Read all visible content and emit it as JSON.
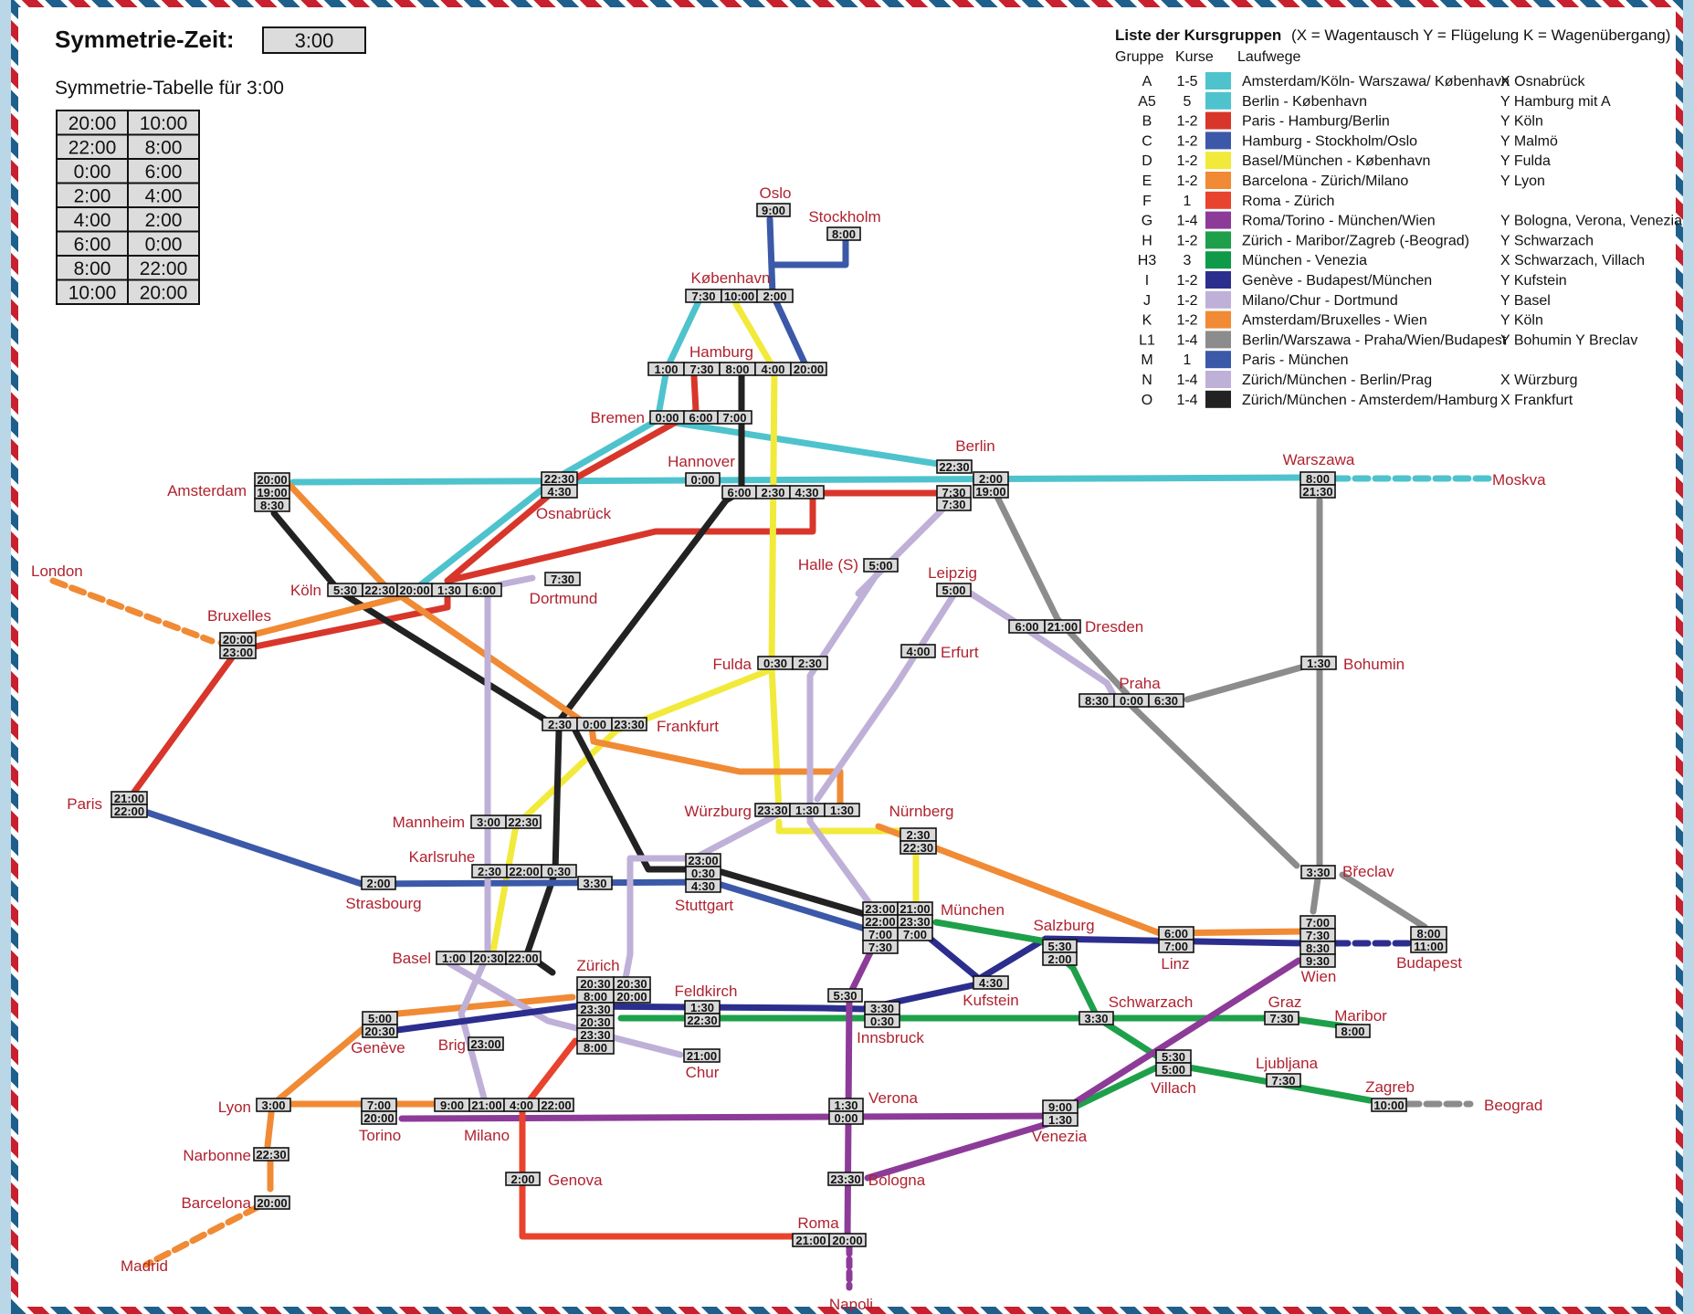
{
  "header": {
    "title": "Symmetrie-Zeit:",
    "symmetry_time": "3:00",
    "table_title": "Symmetrie-Tabelle für 3:00",
    "table_rows": [
      [
        "20:00",
        "10:00"
      ],
      [
        "22:00",
        "8:00"
      ],
      [
        "0:00",
        "6:00"
      ],
      [
        "2:00",
        "4:00"
      ],
      [
        "4:00",
        "2:00"
      ],
      [
        "6:00",
        "0:00"
      ],
      [
        "8:00",
        "22:00"
      ],
      [
        "10:00",
        "20:00"
      ]
    ]
  },
  "legend": {
    "title": "Liste der Kursgruppen",
    "subtitle": "(X = Wagentausch Y = Flügelung K = Wagenübergang)",
    "col_group": "Gruppe",
    "col_courses": "Kurse",
    "col_routes": "Laufwege",
    "rows": [
      {
        "group": "A",
        "courses": "1-5",
        "color": "#4ec3cd",
        "route": "Amsterdam/Köln- Warszawa/ København",
        "note": "X Osnabrück"
      },
      {
        "group": "A5",
        "courses": "5",
        "color": "#4ec3cd",
        "route": "Berlin - København",
        "note": "Y Hamburg mit A"
      },
      {
        "group": "B",
        "courses": "1-2",
        "color": "#d8362b",
        "route": "Paris - Hamburg/Berlin",
        "note": "Y Köln"
      },
      {
        "group": "C",
        "courses": "1-2",
        "color": "#3b59a8",
        "route": "Hamburg - Stockholm/Oslo",
        "note": "Y Malmö"
      },
      {
        "group": "D",
        "courses": "1-2",
        "color": "#f1ea3b",
        "route": "Basel/München - København",
        "note": "Y Fulda"
      },
      {
        "group": "E",
        "courses": "1-2",
        "color": "#f08a34",
        "route": "Barcelona - Zürich/Milano",
        "note": "Y Lyon"
      },
      {
        "group": "F",
        "courses": "1",
        "color": "#e8432e",
        "route": "Roma - Zürich",
        "note": ""
      },
      {
        "group": "G",
        "courses": "1-4",
        "color": "#8d3b98",
        "route": "Roma/Torino - München/Wien",
        "note": "Y Bologna, Verona, Venezia"
      },
      {
        "group": "H",
        "courses": "1-2",
        "color": "#1ea04a",
        "route": "Zürich - Maribor/Zagreb (-Beograd)",
        "note": "Y Schwarzach"
      },
      {
        "group": "H3",
        "courses": "3",
        "color": "#0f9a4a",
        "route": "München - Venezia",
        "note": "X Schwarzach, Villach"
      },
      {
        "group": "I",
        "courses": "1-2",
        "color": "#2c2e8e",
        "route": "Genève - Budapest/München",
        "note": "Y Kufstein"
      },
      {
        "group": "J",
        "courses": "1-2",
        "color": "#bfb0d8",
        "route": "Milano/Chur - Dortmund",
        "note": "Y Basel"
      },
      {
        "group": "K",
        "courses": "1-2",
        "color": "#f08a34",
        "route": "Amsterdam/Bruxelles - Wien",
        "note": "Y Köln"
      },
      {
        "group": "L1",
        "courses": "1-4",
        "color": "#8c8c8c",
        "route": "Berlin/Warszawa - Praha/Wien/Budapest",
        "note": "Y Bohumin Y Breclav"
      },
      {
        "group": "M",
        "courses": "1",
        "color": "#3b59a8",
        "route": "Paris - München",
        "note": ""
      },
      {
        "group": "N",
        "courses": "1-4",
        "color": "#bfb0d8",
        "route": "Zürich/München - Berlin/Prag",
        "note": "X Würzburg"
      },
      {
        "group": "O",
        "courses": "1-4",
        "color": "#222222",
        "route": "Zürich/München - Amsterdem/Hamburg",
        "note": "X Frankfurt"
      }
    ]
  },
  "colors": {
    "A": "#4ec3cd",
    "B": "#d8362b",
    "C": "#3b59a8",
    "D": "#f1ea3b",
    "E": "#f08a34",
    "F": "#e8432e",
    "G": "#8d3b98",
    "H": "#1ea04a",
    "I": "#2c2e8e",
    "J": "#bfb0d8",
    "L": "#8c8c8c",
    "O": "#222222",
    "city": "#b0222f"
  },
  "cities": {
    "oslo": "Oslo",
    "stockholm": "Stockholm",
    "kobenhavn": "København",
    "hamburg": "Hamburg",
    "bremen": "Bremen",
    "hannover": "Hannover",
    "berlin": "Berlin",
    "warszawa": "Warszawa",
    "moskva": "Moskva",
    "amsterdam": "Amsterdam",
    "osnabruck": "Osnabrück",
    "london": "London",
    "koln": "Köln",
    "dortmund": "Dortmund",
    "halle": "Halle (S)",
    "leipzig": "Leipzig",
    "dresden": "Dresden",
    "bruxelles": "Bruxelles",
    "fulda": "Fulda",
    "erfurt": "Erfurt",
    "praha": "Praha",
    "bohumin": "Bohumin",
    "frankfurt": "Frankfurt",
    "paris": "Paris",
    "wurzburg": "Würzburg",
    "nurnberg": "Nürnberg",
    "mannheim": "Mannheim",
    "karlsruhe": "Karlsruhe",
    "strasbourg": "Strasbourg",
    "stuttgart": "Stuttgart",
    "munchen": "München",
    "breclav": "Břeclav",
    "salzburg": "Salzburg",
    "basel": "Basel",
    "zurich": "Zürich",
    "linz": "Linz",
    "budapest": "Budapest",
    "wien": "Wien",
    "feldkirch": "Feldkirch",
    "kufstein": "Kufstein",
    "schwarzach": "Schwarzach",
    "geneve": "Genève",
    "innsbruck": "Innsbruck",
    "brig": "Brig",
    "chur": "Chur",
    "graz": "Graz",
    "maribor": "Maribor",
    "villach": "Villach",
    "ljubljana": "Ljubljana",
    "lyon": "Lyon",
    "torino": "Torino",
    "milano": "Milano",
    "verona": "Verona",
    "venezia": "Venezia",
    "zagreb": "Zagreb",
    "beograd": "Beograd",
    "narbonne": "Narbonne",
    "genova": "Genova",
    "bologna": "Bologna",
    "barcelona": "Barcelona",
    "roma": "Roma",
    "madrid": "Madrid",
    "napoli": "Napoli"
  },
  "times": {
    "oslo": [
      "9:00"
    ],
    "stockholm": [
      "8:00"
    ],
    "kobenhavn": [
      "7:30",
      "10:00",
      "2:00"
    ],
    "hamburg": [
      "1:00",
      "7:30",
      "8:00",
      "4:00",
      "20:00"
    ],
    "bremen": [
      "0:00",
      "6:00",
      "7:00"
    ],
    "hannover": [
      "0:00"
    ],
    "berlin_a": [
      "22:30"
    ],
    "berlin_b": [
      "2:00",
      "19:00"
    ],
    "berlin_c": [
      "7:30"
    ],
    "berlin_d": [
      "7:30"
    ],
    "warszawa": [
      "8:00",
      "21:30"
    ],
    "amsterdam": [
      "20:00",
      "19:00",
      "8:30"
    ],
    "osnabruck": [
      "22:30",
      "4:30"
    ],
    "hannover2": [
      "6:00",
      "2:30",
      "4:30"
    ],
    "koln": [
      "5:30",
      "22:30",
      "20:00",
      "1:30",
      "6:00"
    ],
    "dortmund": [
      "7:30"
    ],
    "halle": [
      "5:00"
    ],
    "leipzig": [
      "5:00"
    ],
    "dresden": [
      "6:00",
      "21:00"
    ],
    "bruxelles": [
      "20:00",
      "23:00"
    ],
    "fulda": [
      "0:30",
      "2:30"
    ],
    "erfurt": [
      "4:00"
    ],
    "praha": [
      "8:30",
      "0:00",
      "6:30"
    ],
    "bohumin": [
      "1:30"
    ],
    "frankfurt": [
      "2:30",
      "0:00",
      "23:30"
    ],
    "paris": [
      "21:00",
      "22:00"
    ],
    "wurzburg": [
      "23:30",
      "1:30",
      "1:30"
    ],
    "nurnberg": [
      "2:30",
      "22:30"
    ],
    "mannheim": [
      "3:00",
      "22:30"
    ],
    "karlsruhe": [
      "2:30",
      "22:00",
      "0:30"
    ],
    "strasbourg": [
      "2:00"
    ],
    "karlsruhe2": [
      "3:30"
    ],
    "stuttgart": [
      "23:00",
      "0:30",
      "4:30"
    ],
    "munchen": [
      "23:00",
      "21:00",
      "22:00",
      "23:30",
      "7:00",
      "7:00",
      "7:30"
    ],
    "breclav": [
      "3:30"
    ],
    "salzburg": [
      "5:30",
      "2:00"
    ],
    "basel": [
      "1:00",
      "20:30",
      "22:00"
    ],
    "zurich": [
      "20:30",
      "20:30",
      "8:00",
      "20:00",
      "23:30",
      "20:30",
      "23:30",
      "8:00"
    ],
    "linz": [
      "6:00",
      "7:00"
    ],
    "wien": [
      "7:00",
      "7:30",
      "8:30",
      "9:30"
    ],
    "budapest": [
      "8:00",
      "11:00"
    ],
    "feldkirch": [
      "1:30",
      "22:30"
    ],
    "kufstein": [
      "4:30"
    ],
    "schwarzach": [
      "3:30"
    ],
    "geneve": [
      "5:00",
      "20:30"
    ],
    "innsbruck": [
      "3:30",
      "0:30"
    ],
    "innsbruck_n": [
      "5:30"
    ],
    "brig": [
      "23:00"
    ],
    "chur": [
      "21:00"
    ],
    "graz": [
      "7:30"
    ],
    "maribor": [
      "8:00"
    ],
    "villach": [
      "5:30",
      "5:00"
    ],
    "ljubljana": [
      "7:30"
    ],
    "lyon": [
      "3:00"
    ],
    "torino": [
      "7:00",
      "20:00"
    ],
    "milano": [
      "9:00",
      "21:00",
      "4:00",
      "22:00"
    ],
    "verona": [
      "1:30",
      "0:00"
    ],
    "venezia": [
      "9:00",
      "1:30"
    ],
    "zagreb": [
      "10:00"
    ],
    "narbonne": [
      "22:30"
    ],
    "genova": [
      "2:00"
    ],
    "bologna": [
      "23:30"
    ],
    "barcelona": [
      "20:00"
    ],
    "roma": [
      "21:00",
      "20:00"
    ]
  }
}
